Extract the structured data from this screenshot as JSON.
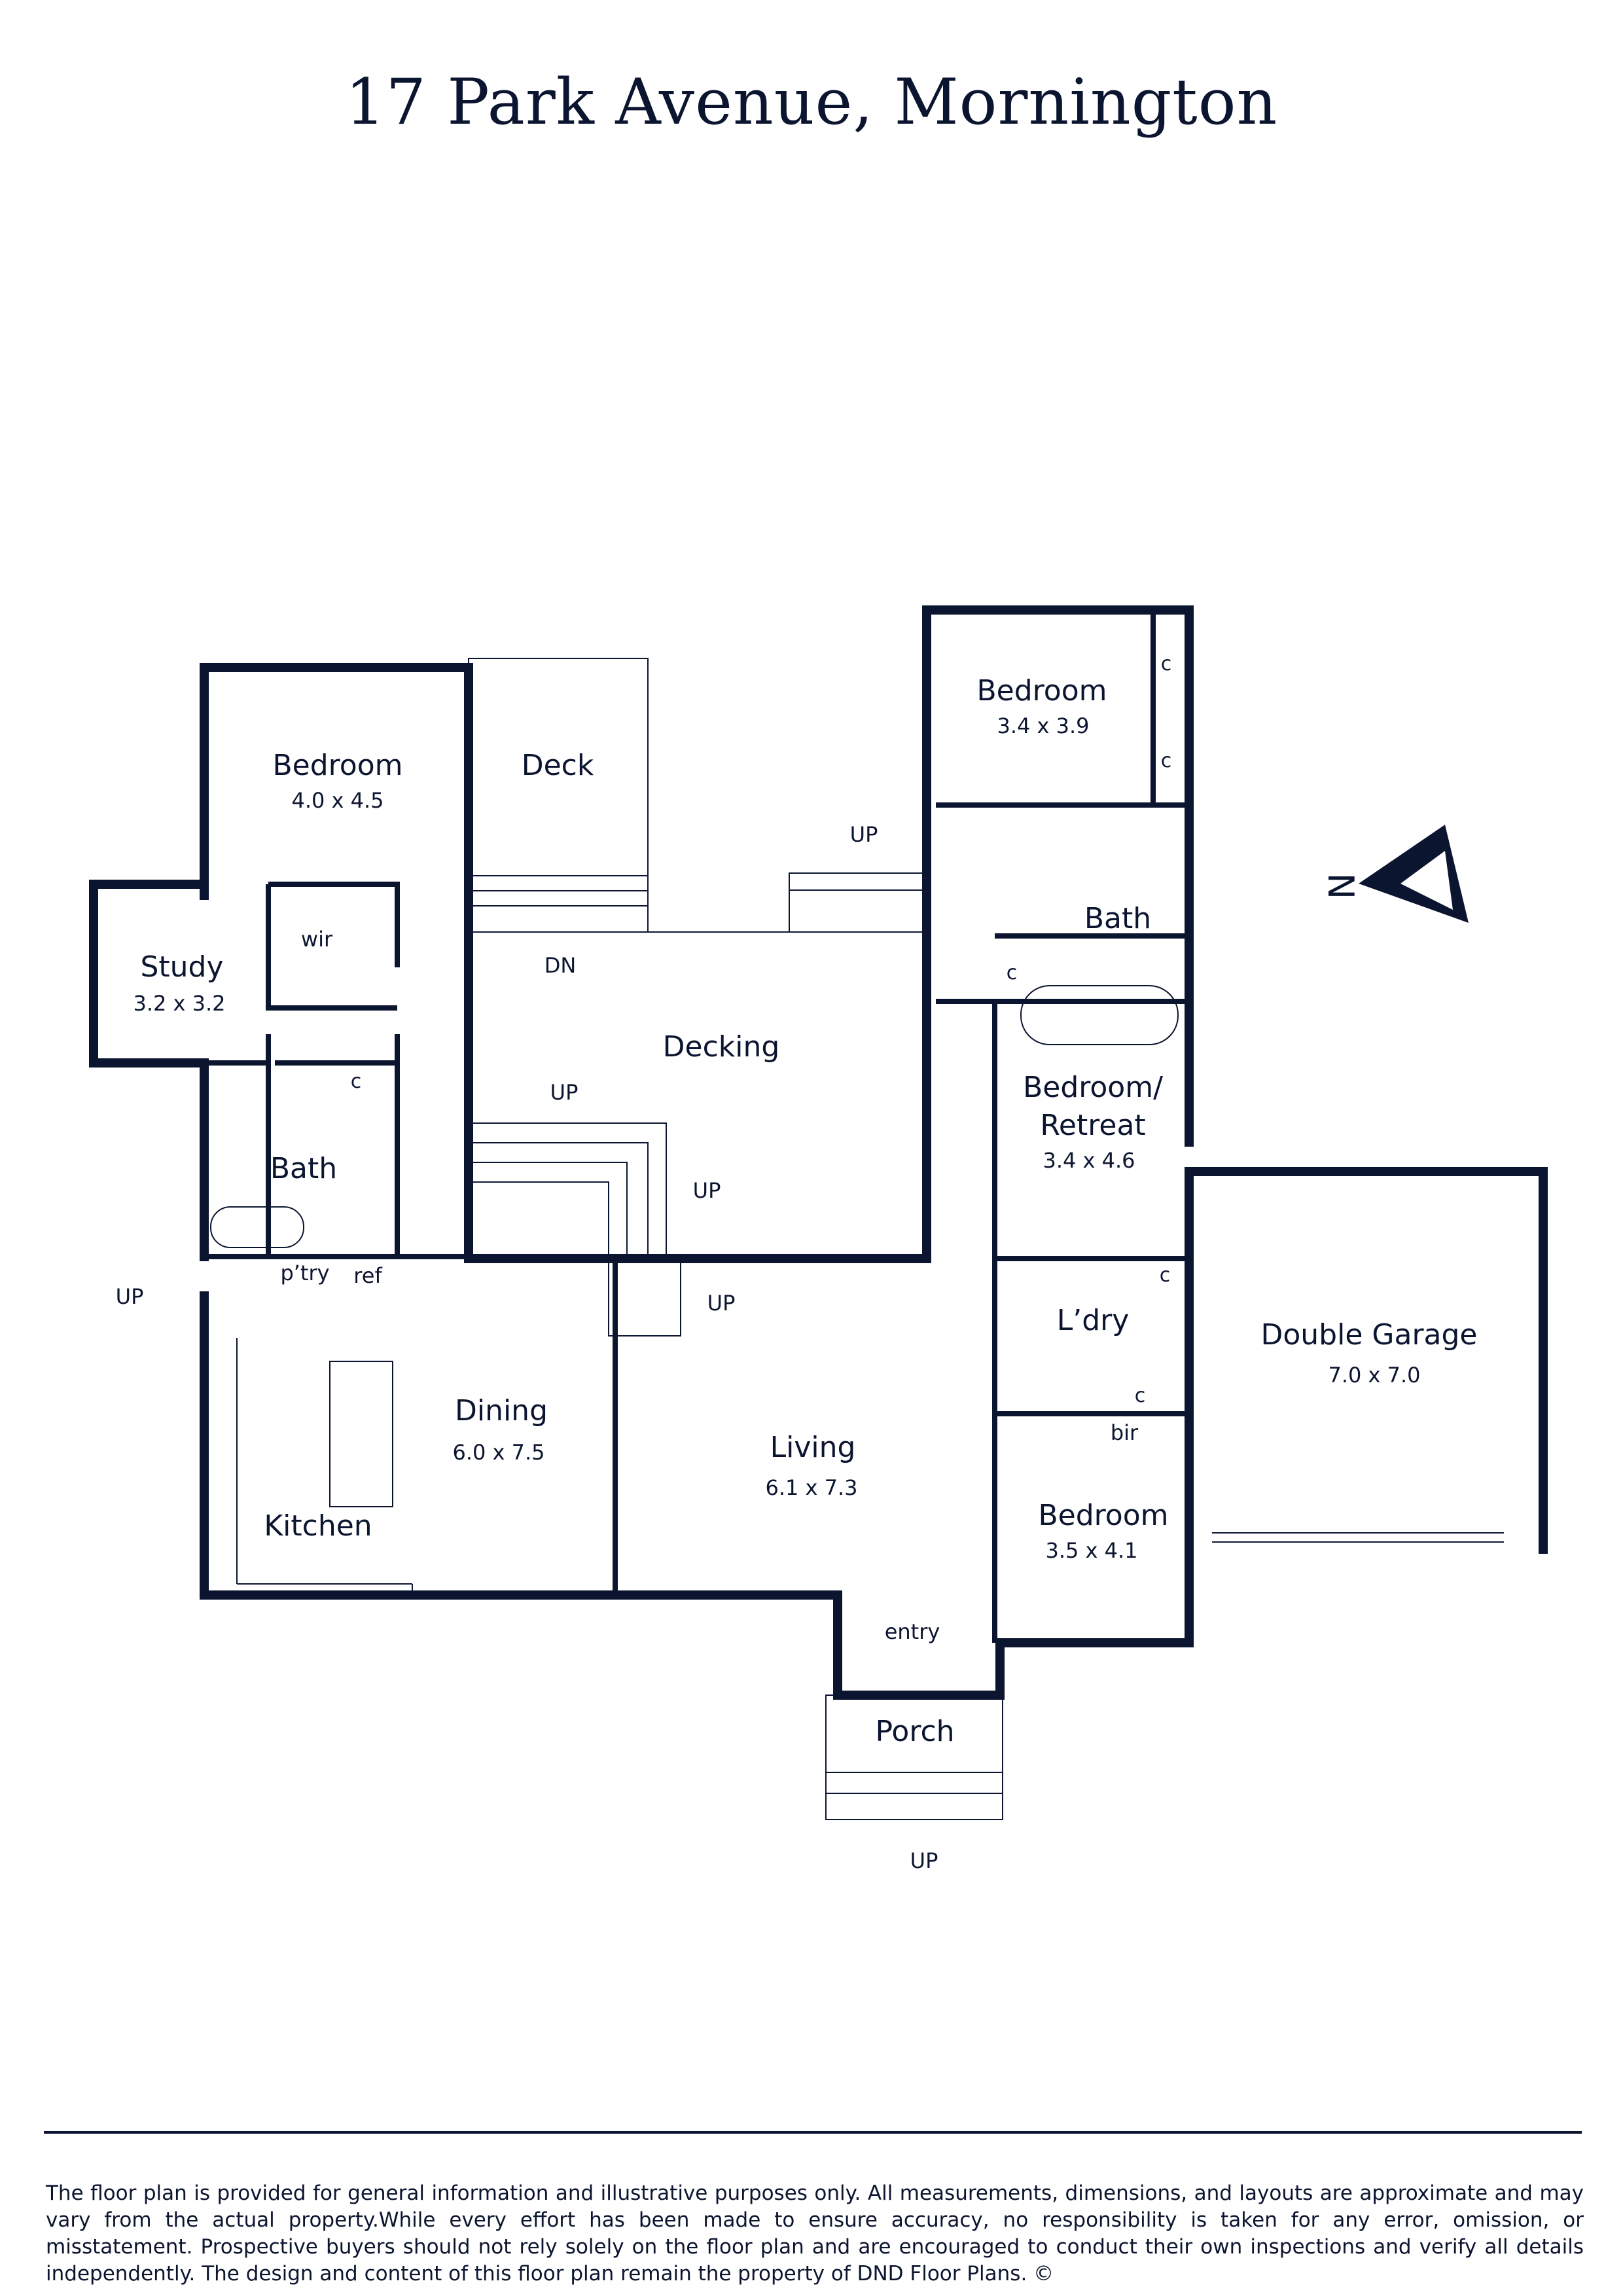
{
  "title": "17 Park Avenue, Mornington",
  "compass_label": "N",
  "rooms": {
    "bedroom_nw": {
      "name": "Bedroom",
      "dims": "4.0 x 4.5"
    },
    "deck": {
      "name": "Deck"
    },
    "study": {
      "name": "Study",
      "dims": "3.2 x 3.2"
    },
    "wir": {
      "name": "wir"
    },
    "decking": {
      "name": "Decking"
    },
    "bath_w": {
      "name": "Bath"
    },
    "pantry": {
      "name": "p’try"
    },
    "ref": {
      "name": "ref"
    },
    "dining": {
      "name": "Dining",
      "dims": "6.0 x 7.5"
    },
    "kitchen": {
      "name": "Kitchen"
    },
    "living": {
      "name": "Living",
      "dims": "6.1 x 7.3"
    },
    "entry": {
      "name": "entry"
    },
    "porch": {
      "name": "Porch"
    },
    "bedroom_ne": {
      "name": "Bedroom",
      "dims": "3.4 x 3.9"
    },
    "bath_e": {
      "name": "Bath"
    },
    "retreat": {
      "name_line1": "Bedroom/",
      "name_line2": "Retreat",
      "dims": "3.4 x 4.6"
    },
    "laundry": {
      "name": "L’dry"
    },
    "bir": {
      "name": "bir"
    },
    "bedroom_se": {
      "name": "Bedroom",
      "dims": "3.5 x 4.1"
    },
    "garage": {
      "name": "Double Garage",
      "dims": "7.0 x 7.0"
    }
  },
  "labels": {
    "cupboard": "c",
    "up": "UP",
    "down": "DN"
  },
  "disclaimer": "The floor plan is provided for general information and illustrative purposes only. All measurements, dimensions, and layouts are approximate and may vary from the actual property.While every effort has been made to ensure accuracy, no responsibility is taken for any error, omission, or misstatement. Prospective buyers should not rely solely on the floor plan and are encouraged to conduct their own inspections and verify all details independently. The design and content of this floor plan remain the property of DND Floor Plans. ©"
}
